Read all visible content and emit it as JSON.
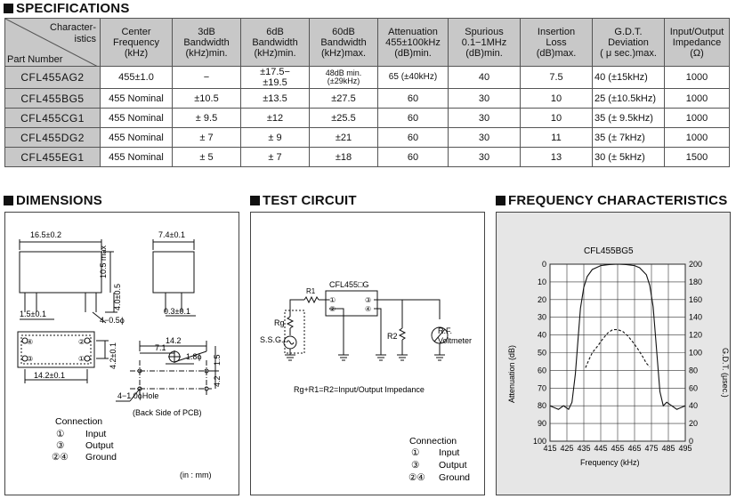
{
  "sections": {
    "specifications": "SPECIFICATIONS",
    "dimensions": "DIMENSIONS",
    "test_circuit": "TEST CIRCUIT",
    "frequency_characteristics": "FREQUENCY CHARACTERISTICS"
  },
  "spec_table": {
    "corner_top": [
      "Character-",
      "istics"
    ],
    "corner_bottom": "Part Number",
    "headers": [
      [
        "Center",
        "Frequency",
        "(kHz)"
      ],
      [
        "3dB",
        "Bandwidth",
        "(kHz)min."
      ],
      [
        "6dB",
        "Bandwidth",
        "(kHz)min."
      ],
      [
        "60dB",
        "Bandwidth",
        "(kHz)max."
      ],
      [
        "Attenuation",
        "455±100kHz",
        "(dB)min."
      ],
      [
        "Spurious",
        "0.1−1MHz",
        "(dB)min."
      ],
      [
        "Insertion",
        "Loss",
        "(dB)max."
      ],
      [
        "G.D.T.",
        "Deviation",
        "( μ sec.)max."
      ],
      [
        "Input/Output",
        "Impedance",
        "(Ω)"
      ]
    ],
    "rows": [
      {
        "part": "CFL455AG2",
        "center": "455±1.0",
        "bw3": "−",
        "bw6_a": "±17.5−",
        "bw6_b": "±19.5",
        "bw60_a": "48dB min.",
        "bw60_b": "(±29kHz)",
        "atten": "65 (±40kHz)",
        "spur": "40",
        "il": "7.5",
        "gdt": "40 (±15kHz)",
        "imp": "1000"
      },
      {
        "part": "CFL455BG5",
        "center": "455 Nominal",
        "bw3": "±10.5",
        "bw6": "±13.5",
        "bw60": "±27.5",
        "atten": "60",
        "spur": "30",
        "il": "10",
        "gdt": "25 (±10.5kHz)",
        "imp": "1000"
      },
      {
        "part": "CFL455CG1",
        "center": "455 Nominal",
        "bw3": "± 9.5",
        "bw6": "±12",
        "bw60": "±25.5",
        "atten": "60",
        "spur": "30",
        "il": "10",
        "gdt": "35 (± 9.5kHz)",
        "imp": "1000"
      },
      {
        "part": "CFL455DG2",
        "center": "455 Nominal",
        "bw3": "± 7",
        "bw6": "± 9",
        "bw60": "±21",
        "atten": "60",
        "spur": "30",
        "il": "11",
        "gdt": "35 (± 7kHz)",
        "imp": "1000"
      },
      {
        "part": "CFL455EG1",
        "center": "455 Nominal",
        "bw3": "± 5",
        "bw6": "± 7",
        "bw60": "±18",
        "atten": "60",
        "spur": "30",
        "il": "13",
        "gdt": "30 (± 5kHz)",
        "imp": "1500"
      }
    ]
  },
  "dimensions": {
    "dim_length": "16.5±0.2",
    "dim_height": "10.5 max",
    "dim_pin_len": "4.0±0.5",
    "dim_pin_off": "1.5±0.1",
    "dim_pin_w": "4−0.5ϕ",
    "dim_thick": "7.4±0.1",
    "dim_pin_t": "0.3±0.1",
    "dim_pitch_v": "4.2±0.1",
    "dim_pitch_h": "14.2±0.1",
    "pin_labels": [
      "④",
      "②",
      "③",
      "①"
    ],
    "pcb_14_2": "14.2",
    "pcb_7_1": "7.1",
    "pcb_1_8": "1.8ϕ",
    "pcb_1_5": "1.5",
    "pcb_4_2": "4.2",
    "pcb_hole": "4−1.0ϕHole",
    "pcb_caption": "(Back Side of PCB)",
    "connection_title": "Connection",
    "connections": [
      {
        "num": "①",
        "label": "Input"
      },
      {
        "num": "③",
        "label": "Output"
      },
      {
        "num": "②④",
        "label": "Ground"
      }
    ],
    "unit_note": "(in : mm)"
  },
  "test_circuit": {
    "filter_label": "CFL455□G",
    "r1": "R1",
    "rg": "Rg",
    "ssg": "S.S.G.",
    "r2": "R2",
    "rf_a": "R.F.",
    "rf_b": "Voltmeter",
    "pins": [
      "①",
      "②",
      "③",
      "④"
    ],
    "equation": "Rg+R1=R2=Input/Output Impedance",
    "connection_title": "Connection",
    "connections": [
      {
        "num": "①",
        "label": "Input"
      },
      {
        "num": "③",
        "label": "Output"
      },
      {
        "num": "②④",
        "label": "Ground"
      }
    ]
  },
  "chart_data": {
    "type": "line",
    "title": "CFL455BG5",
    "xlabel": "Frequency (kHz)",
    "ylabel": "Attenuation (dB)",
    "y2label": "G.D.T. (μsec.)",
    "x_ticks": [
      415,
      425,
      435,
      445,
      455,
      465,
      475,
      485,
      495
    ],
    "y_ticks": [
      0,
      10,
      20,
      30,
      40,
      50,
      60,
      70,
      80,
      90,
      100
    ],
    "y2_ticks": [
      200,
      180,
      160,
      140,
      120,
      100,
      80,
      60,
      40,
      20,
      0
    ],
    "xlim": [
      415,
      495
    ],
    "ylim": [
      100,
      0
    ],
    "y2lim": [
      0,
      200
    ],
    "grid": true,
    "series": [
      {
        "axis": "left",
        "style": "solid",
        "x": [
          415,
          420,
          423,
          426,
          428,
          430,
          433,
          435,
          437,
          440,
          445,
          450,
          455,
          460,
          465,
          468,
          472,
          474,
          476,
          478,
          480,
          482,
          484,
          487,
          490,
          495
        ],
        "y": [
          80,
          82,
          80,
          82,
          78,
          62,
          25,
          13,
          7,
          3,
          0.8,
          0.2,
          0,
          0.2,
          0.8,
          2,
          6,
          12,
          24,
          48,
          72,
          80,
          78,
          80,
          82,
          80
        ]
      },
      {
        "axis": "right",
        "style": "dashed",
        "x": [
          436,
          438,
          440,
          443,
          446,
          449,
          452,
          455,
          458,
          461,
          464,
          467,
          470,
          472,
          474
        ],
        "y": [
          83,
          92,
          100,
          107,
          115,
          122,
          126,
          126,
          124,
          119,
          112,
          104,
          95,
          88,
          84
        ]
      }
    ]
  }
}
